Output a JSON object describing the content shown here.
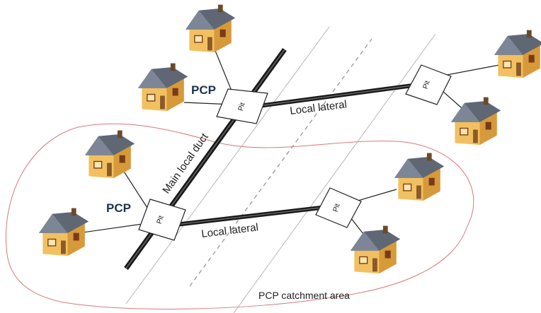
{
  "labels": {
    "main_duct": "Main local duct",
    "local_lateral_top": "Local lateral",
    "local_lateral_bottom": "Local lateral",
    "pcp_top": "PCP",
    "pcp_left": "PCP",
    "catchment": "PCP catchment area",
    "pit": "Pit"
  },
  "colors": {
    "duct": "#1a1a1a",
    "catchment_line": "#d77a7a",
    "guide_line": "#b5b5b5",
    "house_wall": "#f2c060",
    "house_roof": "#5f6775",
    "pcp_text": "#1b3350"
  },
  "icons": [
    "house-icon",
    "pit-box"
  ]
}
